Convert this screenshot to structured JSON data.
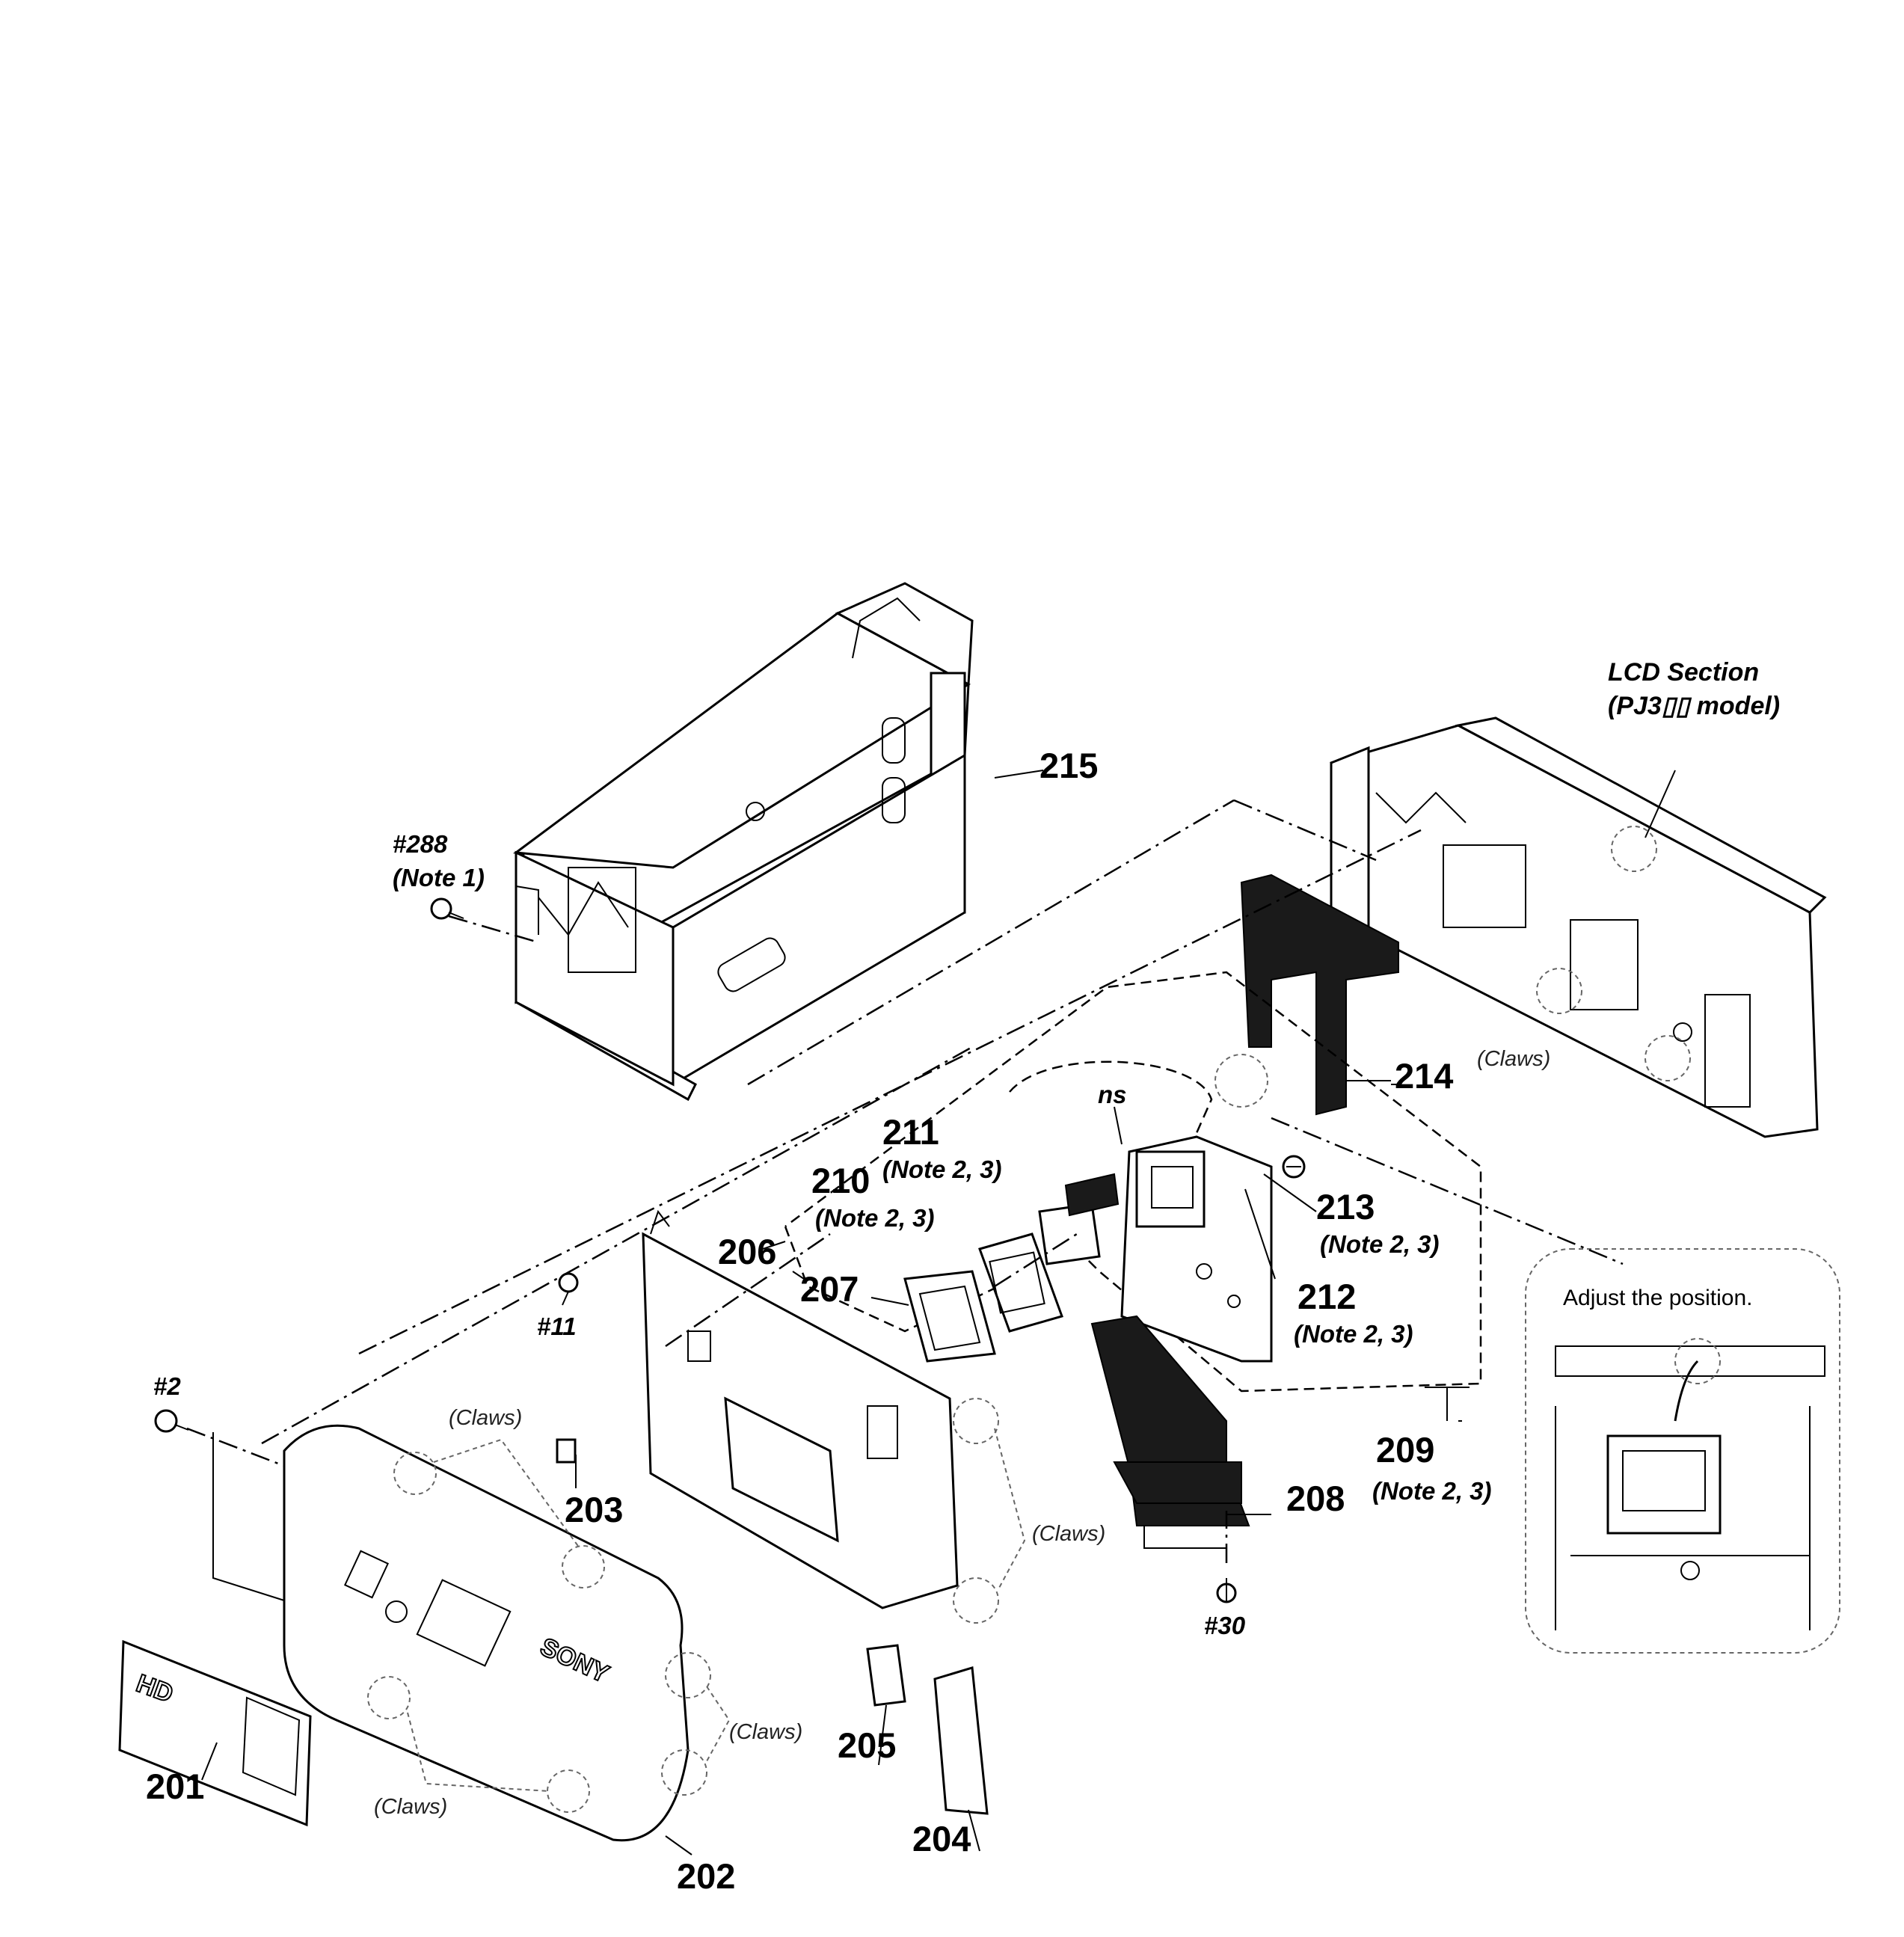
{
  "labels": {
    "p201": "201",
    "p202": "202",
    "p203": "203",
    "p204": "204",
    "p205": "205",
    "p206": "206",
    "p207": "207",
    "p208": "208",
    "p209": "209",
    "p210": "210",
    "p211": "211",
    "p212": "212",
    "p213": "213",
    "p214": "214",
    "p215": "215",
    "s288": "#288",
    "s2": "#2",
    "s11": "#11",
    "s30": "#30",
    "ns": "ns"
  },
  "notes": {
    "note1": "(Note 1)",
    "note23": "(Note 2, 3)"
  },
  "claws": "(Claws)",
  "lcd_section": {
    "title": "LCD Section",
    "model": "(PJ3▯▯ model)"
  },
  "inset": {
    "caption": "Adjust the position."
  },
  "logos": {
    "brand": "SONY",
    "hd": "HD"
  }
}
